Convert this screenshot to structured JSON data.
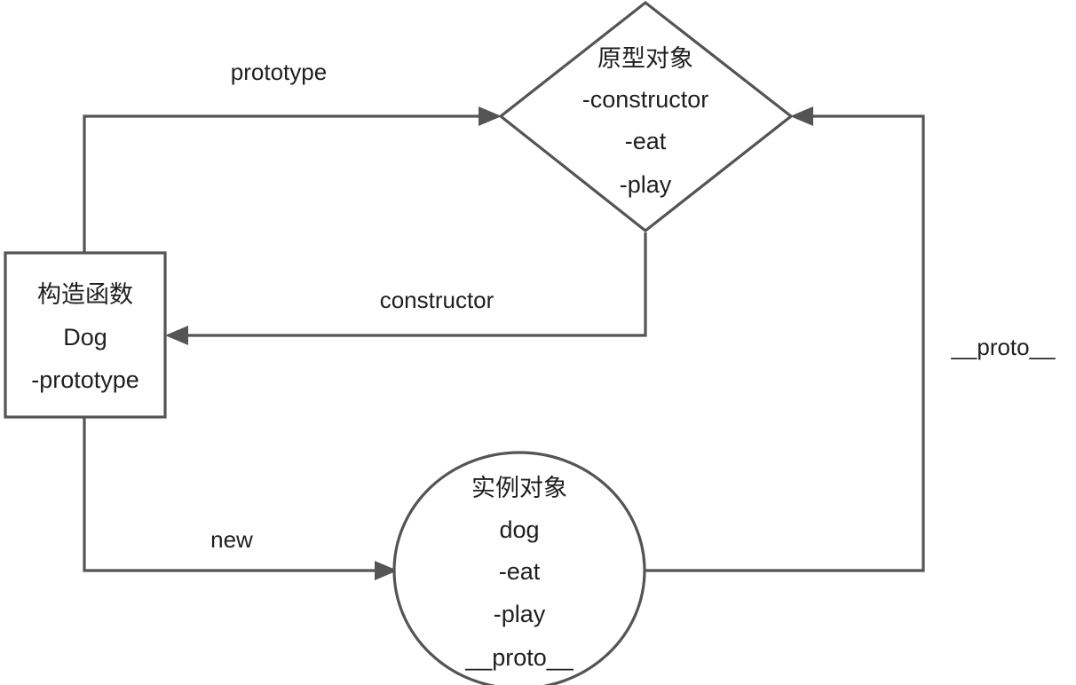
{
  "diagram": {
    "title": "JavaScript prototype chain diagram",
    "colors": {
      "background": "#ffffff",
      "stroke": "#545454",
      "text": "#1f1f1f"
    },
    "nodes": [
      {
        "id": "constructor-function",
        "shape": "rectangle",
        "lines": [
          "构造函数",
          "Dog",
          "-prototype"
        ]
      },
      {
        "id": "prototype-object",
        "shape": "diamond",
        "lines": [
          "原型对象",
          "-constructor",
          "-eat",
          "-play"
        ]
      },
      {
        "id": "instance-object",
        "shape": "ellipse",
        "lines": [
          "实例对象",
          "dog",
          "-eat",
          "-play",
          "__proto__"
        ]
      }
    ],
    "edges": [
      {
        "id": "prototype-edge",
        "label": "prototype",
        "from": "constructor-function",
        "to": "prototype-object"
      },
      {
        "id": "constructor-edge",
        "label": "constructor",
        "from": "prototype-object",
        "to": "constructor-function"
      },
      {
        "id": "new-edge",
        "label": "new",
        "from": "constructor-function",
        "to": "instance-object"
      },
      {
        "id": "proto-edge",
        "label": "__proto__",
        "from": "instance-object",
        "to": "prototype-object"
      }
    ]
  }
}
